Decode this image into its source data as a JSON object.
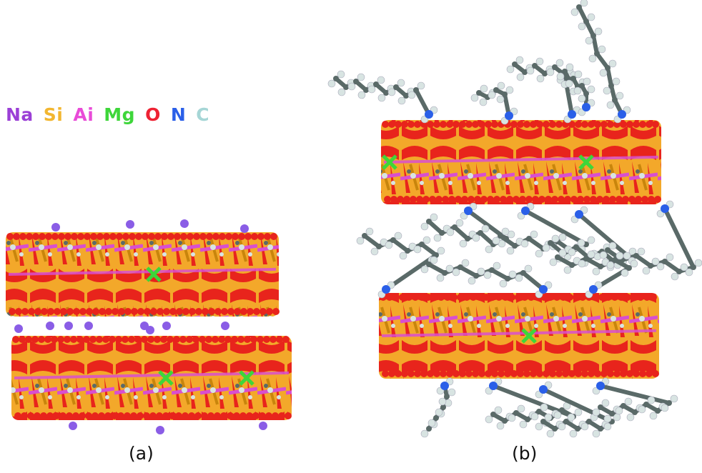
{
  "legend": [
    {
      "symbol": "Na",
      "color": "#9b3fd6"
    },
    {
      "symbol": "Si",
      "color": "#f2b630"
    },
    {
      "symbol": "Ai",
      "color": "#e94bd8"
    },
    {
      "symbol": "Mg",
      "color": "#3ed63a"
    },
    {
      "symbol": "O",
      "color": "#ee2233"
    },
    {
      "symbol": "N",
      "color": "#2a5fe8"
    },
    {
      "symbol": "C",
      "color": "#a6d6d6"
    }
  ],
  "captions": {
    "a": "(a)",
    "b": "(b)"
  },
  "atom_colors": {
    "oxygen": "#e8241c",
    "silicon": "#f0a020",
    "aluminum": "#d84fd0",
    "magnesium": "#3ed63a",
    "sodium": "#8a5de6",
    "nitrogen": "#2a5fe8",
    "carbon": "#5a6a68",
    "hydrogen": "#d8e4e2"
  }
}
